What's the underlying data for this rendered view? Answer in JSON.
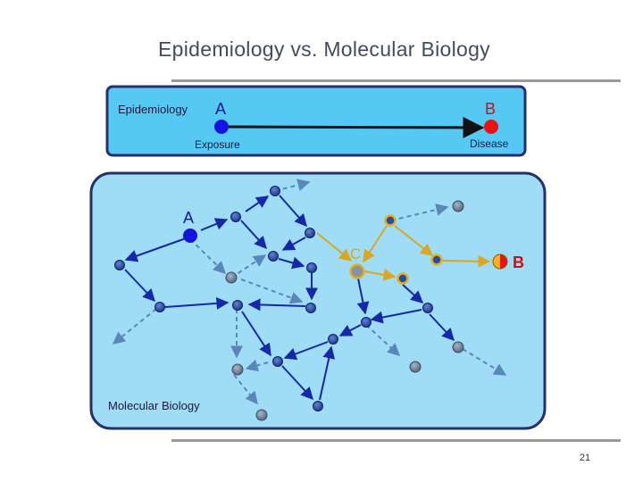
{
  "slide": {
    "title": "Epidemiology vs. Molecular Biology",
    "page_number": "21"
  },
  "epidemiology_panel": {
    "label": "Epidemiology",
    "node_a": "A",
    "node_b": "B",
    "exposure_label": "Exposure",
    "disease_label": "Disease"
  },
  "molecular_panel": {
    "label": "Molecular Biology",
    "node_a": "A",
    "node_b": "B",
    "node_c": "C"
  },
  "colors": {
    "top_panel_fill": "#55c8f4",
    "bottom_panel_fill": "#9fdcf6",
    "panel_border": "#26306a",
    "exposure_node": "#1414e0",
    "disease_node": "#ee1111",
    "network_node": "#2b4aa0",
    "grey_node": "#6b7d94",
    "yellow_path": "#d9a820",
    "blue_edge": "#1428a8",
    "dashed_edge": "#5a86b8",
    "label_red": "#d01010"
  }
}
